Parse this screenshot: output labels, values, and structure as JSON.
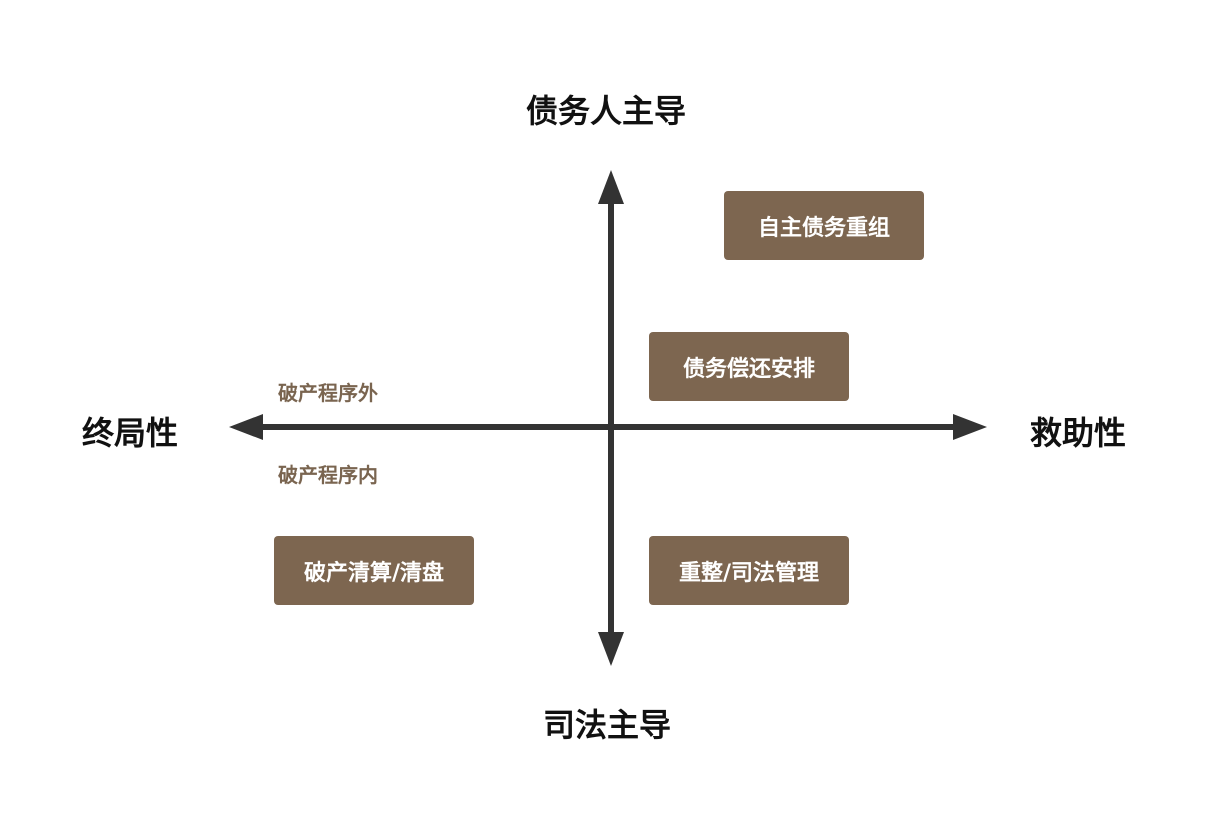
{
  "axes": {
    "top": "债务人主导",
    "bottom": "司法主导",
    "left": "终局性",
    "right": "救助性"
  },
  "regions": {
    "outside": "破产程序外",
    "inside": "破产程序内"
  },
  "boxes": {
    "self_restructuring": "自主债务重组",
    "repayment_arrangement": "债务偿还安排",
    "liquidation": "破产清算/清盘",
    "reorganization": "重整/司法管理"
  },
  "colors": {
    "box_fill": "#7d6650",
    "box_text": "#ffffff",
    "region_text": "#7a6550",
    "axis_line": "#333333"
  }
}
